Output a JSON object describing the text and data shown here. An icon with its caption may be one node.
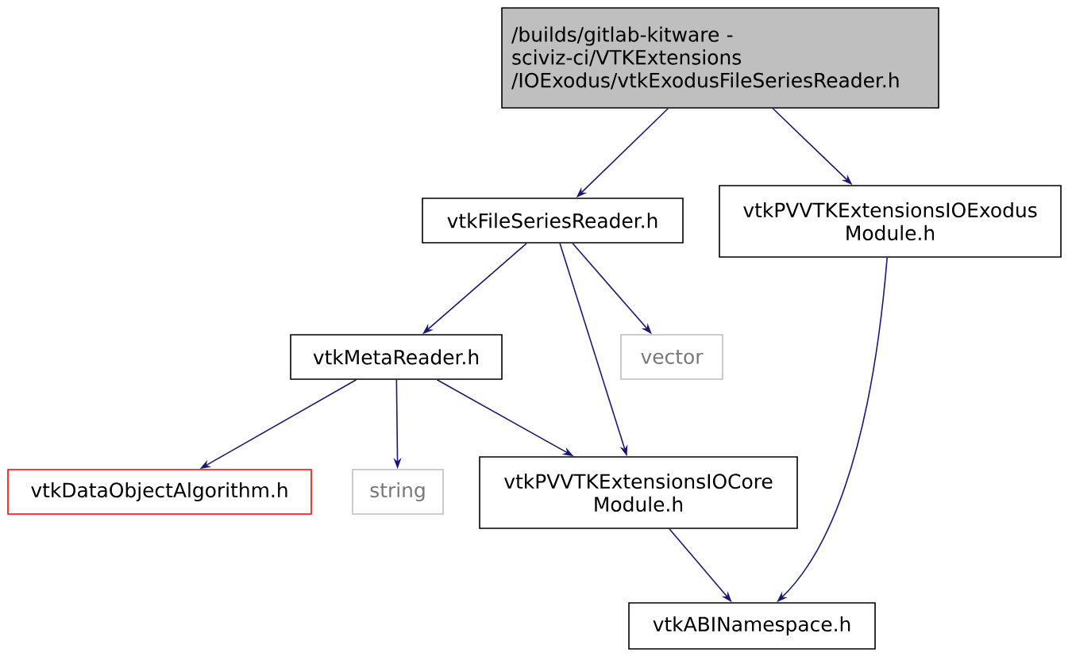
{
  "diagram": {
    "nodes": [
      {
        "text": [
          "/builds/gitlab-kitware -sciviz-ci/VTKExtensions /IOExodus/vtkExodusFileSeriesReader.h"
        ]
      },
      {
        "text": [
          "vtkFileSeriesReader.h"
        ]
      },
      {
        "text": [
          "vtkPVVTKExtensionsIOExodus Module.h"
        ]
      },
      {
        "text": [
          "vtkMetaReader.h"
        ]
      },
      {
        "text": [
          "vector"
        ]
      },
      {
        "text": [
          "vtkDataObjectAlgorithm.h"
        ]
      },
      {
        "text": [
          "string"
        ]
      },
      {
        "text": [
          "vtkPVVTKExtensionsIOCore Module.h"
        ]
      },
      {
        "text": [
          "vtkABINamespace.h"
        ]
      }
    ],
    "edges": [
      {
        "from": 0,
        "to": 1,
        "arrow": "to"
      },
      {
        "from": 0,
        "to": 2,
        "arrow": "to"
      },
      {
        "from": 1,
        "to": 3,
        "arrow": "to"
      },
      {
        "from": 1,
        "to": 4,
        "arrow": "to"
      },
      {
        "from": 1,
        "to": 7,
        "arrow": "to"
      },
      {
        "from": 3,
        "to": 5,
        "arrow": "to"
      },
      {
        "from": 3,
        "to": 6,
        "arrow": "to"
      },
      {
        "from": 3,
        "to": 7,
        "arrow": "to"
      },
      {
        "from": 7,
        "to": 8,
        "arrow": "to"
      },
      {
        "from": 2,
        "to": 8,
        "arrow": "to"
      }
    ]
  }
}
